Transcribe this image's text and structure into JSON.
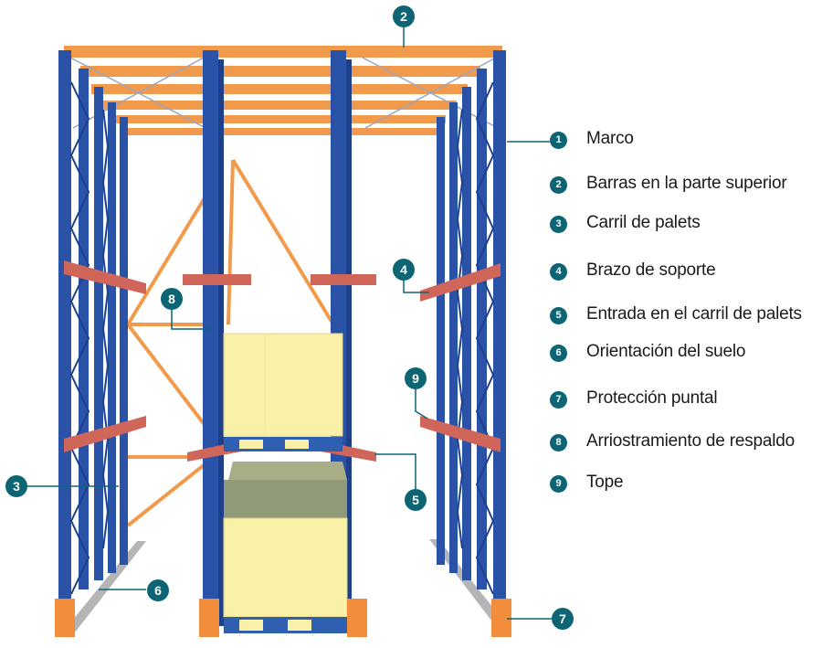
{
  "colors": {
    "upright_blue": "#2a53a8",
    "upright_blue_dark": "#1e3f8a",
    "beam_orange": "#f29a4c",
    "arm_red": "#d0655a",
    "pallet_yellow": "#fbf0a8",
    "pallet_green": "#8f9a78",
    "pallet_base_blue": "#2f5fb0",
    "floor_gray": "#b5b5b5",
    "protector_orange": "#f28d3c",
    "badge_teal": "#0d6473"
  },
  "legend": [
    {
      "num": "1",
      "label": "Marco",
      "icon": "number-badge"
    },
    {
      "num": "2",
      "label": "Barras en la parte superior",
      "icon": "number-badge"
    },
    {
      "num": "3",
      "label": "Carril de palets",
      "icon": "number-badge"
    },
    {
      "num": "4",
      "label": "Brazo de soporte",
      "icon": "number-badge"
    },
    {
      "num": "5",
      "label": "Entrada en el carril de palets",
      "icon": "number-badge"
    },
    {
      "num": "6",
      "label": "Orientación del suelo",
      "icon": "number-badge"
    },
    {
      "num": "7",
      "label": "Protección puntal",
      "icon": "number-badge"
    },
    {
      "num": "8",
      "label": "Arriostramiento de respaldo",
      "icon": "number-badge"
    },
    {
      "num": "9",
      "label": "Tope",
      "icon": "number-badge"
    }
  ],
  "callouts": {
    "c2": "2",
    "c3": "3",
    "c4": "4",
    "c5": "5",
    "c6": "6",
    "c7": "7",
    "c8": "8",
    "c9": "9"
  }
}
